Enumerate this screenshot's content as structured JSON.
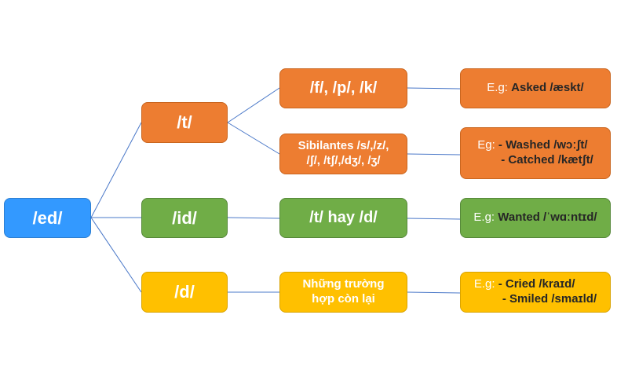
{
  "root": {
    "label": "/ed/"
  },
  "branches": [
    {
      "label": "/t/"
    },
    {
      "label": "/id/"
    },
    {
      "label": "/d/"
    }
  ],
  "conditions": [
    {
      "label": "/f/, /p/, /k/"
    },
    {
      "line1": "Sibilantes /s/,/z/,",
      "line2": "/ʃ/, /tʃ/,/dʒ/, /ʒ/"
    },
    {
      "label": "/t/ hay /d/"
    },
    {
      "line1": "Những trường",
      "line2": "hợp còn lại"
    }
  ],
  "examples": [
    {
      "prefix": "E.g:",
      "items": [
        "Asked /æskt/"
      ]
    },
    {
      "prefix": "Eg:",
      "items": [
        "- Washed /wɔːʃt/",
        "- Catched /kætʃt/"
      ]
    },
    {
      "prefix": "E.g:",
      "items": [
        "Wanted /ˈwɑːntɪd/"
      ]
    },
    {
      "prefix": "E.g:",
      "items": [
        "- Cried /kraɪd/",
        "- Smiled /smaɪld/"
      ]
    }
  ],
  "colors": {
    "root": "#3399ff",
    "t": "#ed7d31",
    "id": "#70ad47",
    "d": "#ffc000",
    "line": "#4472c4"
  }
}
